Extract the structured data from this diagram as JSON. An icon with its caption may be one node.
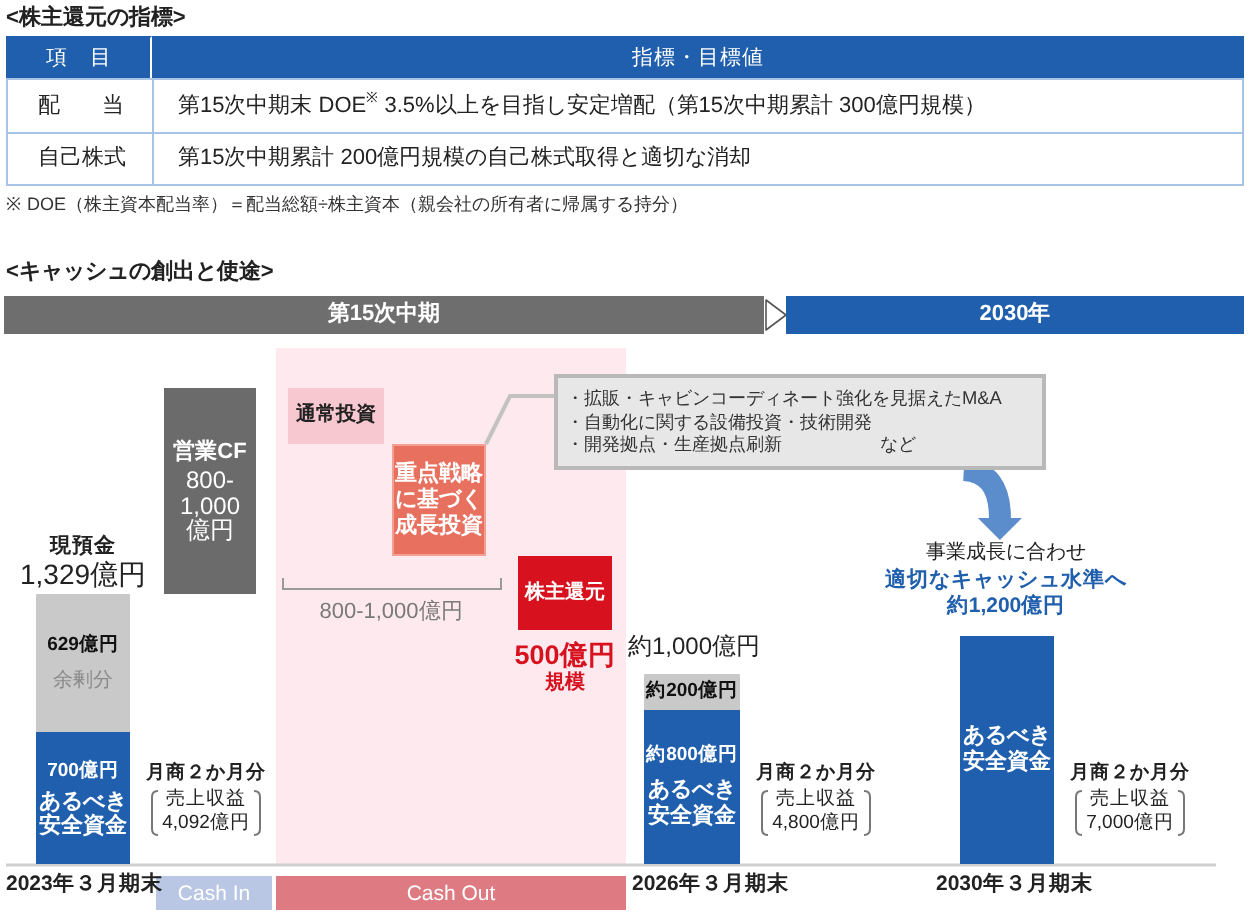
{
  "diagram": {
    "nodes": [
      {
        "text": [
          "第15次中期"
        ]
      },
      {
        "text": [
          "2030年"
        ]
      },
      {
        "text": [
          "629億円",
          "余剰分"
        ]
      },
      {
        "text": [
          "700億円",
          "あるべき安全資金"
        ]
      },
      {
        "text": [
          "営業CF",
          "800-1,000億円"
        ]
      },
      {
        "text": [
          "通常投資"
        ]
      },
      {
        "text": [
          "重点戦略に基づく成長投資"
        ]
      },
      {
        "text": [
          "・拡販・キャビンコーディネート強化を見据えたM&A",
          "・自動化に関する設備投資・技術開発",
          "・開発拠点・生産拠点刷新",
          "など"
        ]
      },
      {
        "text": [
          "株主還元"
        ]
      },
      {
        "text": [
          "事業成長に合わせ",
          "適切なキャッシュ水準へ約1,200億円"
        ]
      },
      {
        "text": [
          "約200億円"
        ]
      },
      {
        "text": [
          "約800億円",
          "あるべき安全資金"
        ]
      },
      {
        "text": [
          "あるべき安全資金"
        ]
      },
      {
        "text": [
          "Cash In"
        ]
      },
      {
        "text": [
          "Cash Out"
        ]
      }
    ],
    "edges": [
      {
        "from": 0,
        "to": 1,
        "arrow": "to",
        "color": "#ffffff"
      },
      {
        "from": 6,
        "to": 7,
        "arrow": "none"
      },
      {
        "from": 7,
        "to": 9,
        "arrow": "to",
        "style": "thick",
        "color": "#5b8ccc"
      }
    ],
    "labels": [
      "<株主還元の指標>",
      "項　目",
      "指標・目標値",
      "配　当",
      "第15次中期末 DOE$^{※}$ 3.5%以上を目指し安定増配（第15次中期累計 300億円規模）",
      "自己株式",
      "第15次中期累計 200億円規模の自己株式取得と適切な消却",
      "※ DOE（株主資本配当率）＝配当総額÷株主資本（親会社の所有者に帰属する持分）",
      "<キャッシュの創出と使途>",
      "現預金",
      "1,329億円",
      "800-1,000億円",
      "500億円",
      "規模",
      "約1,000億円",
      "月商２か月分",
      "売上収益 4,092億円",
      "月商２か月分",
      "売上収益 4,800億円",
      "月商２か月分",
      "売上収益 7,000億円",
      "2023年３月期末",
      "2026年３月期末",
      "2030年３月期末"
    ]
  }
}
